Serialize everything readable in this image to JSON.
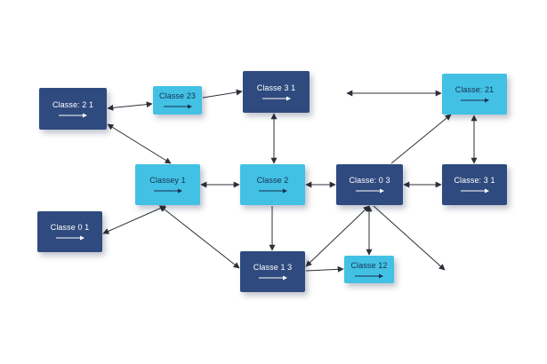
{
  "diagram": {
    "nodes": [
      {
        "id": "n21a",
        "label": "Classe: 2 1",
        "tone": "dark"
      },
      {
        "id": "n23",
        "label": "Classe 23",
        "tone": "light"
      },
      {
        "id": "n31a",
        "label": "Classe 3 1",
        "tone": "dark"
      },
      {
        "id": "n21b",
        "label": "Classe: 21",
        "tone": "light"
      },
      {
        "id": "ny1",
        "label": "Classey 1",
        "tone": "light"
      },
      {
        "id": "n2",
        "label": "Classe 2",
        "tone": "light"
      },
      {
        "id": "n03",
        "label": "Classe: 0 3",
        "tone": "dark"
      },
      {
        "id": "n31b",
        "label": "Classe: 3 1",
        "tone": "dark"
      },
      {
        "id": "n01",
        "label": "Classe 0 1",
        "tone": "dark"
      },
      {
        "id": "n13",
        "label": "Classe 1 3",
        "tone": "dark"
      },
      {
        "id": "n12",
        "label": "Classe 12",
        "tone": "light"
      }
    ],
    "edges": [
      {
        "from": "n21a",
        "to": "n23",
        "arrows": "both"
      },
      {
        "from": "n23",
        "to": "n31a",
        "arrows": "end"
      },
      {
        "from": "n21a",
        "to": "ny1",
        "arrows": "both"
      },
      {
        "from": "n31a",
        "to": "n2",
        "arrows": "both"
      },
      {
        "from": "ny1",
        "to": "n2",
        "arrows": "both"
      },
      {
        "from": "n2",
        "to": "n03",
        "arrows": "both"
      },
      {
        "from": "n03",
        "to": "n31b",
        "arrows": "both"
      },
      {
        "from": "n03",
        "to": "n21b",
        "arrows": "end"
      },
      {
        "from": "n21b",
        "to": "n31b",
        "arrows": "both"
      },
      {
        "from": "ny1",
        "to": "n01",
        "arrows": "both"
      },
      {
        "from": "ny1",
        "to": "n13",
        "arrows": "both"
      },
      {
        "from": "n2",
        "to": "n13",
        "arrows": "end"
      },
      {
        "from": "n03",
        "to": "n13",
        "arrows": "both"
      },
      {
        "from": "n03",
        "to": "n12",
        "arrows": "both"
      },
      {
        "from": "n13",
        "to": "n12",
        "arrows": "end"
      },
      {
        "from": "n03",
        "to": "dangling-br",
        "arrows": "end"
      },
      {
        "from": "dangling-tl",
        "to": "n21b",
        "arrows": "both"
      }
    ]
  },
  "colors": {
    "dark_node": "#2f4a7e",
    "light_node": "#42c1e4",
    "edge": "#2b2f38"
  }
}
